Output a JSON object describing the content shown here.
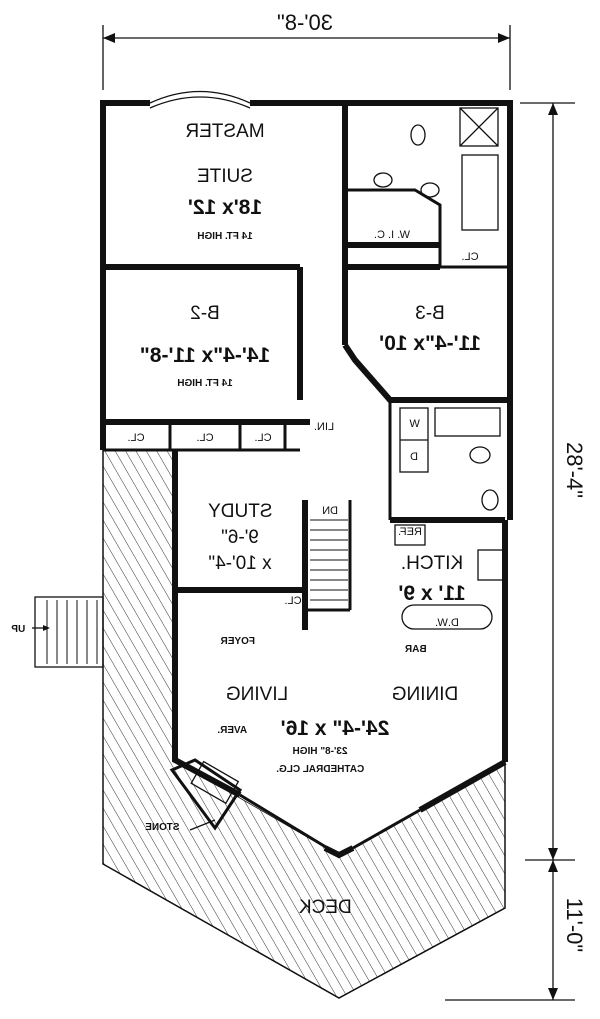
{
  "dimensions": {
    "width_total": "30'-8\"",
    "depth_house": "28'-4\"",
    "depth_deck": "11'-0\""
  },
  "rooms": {
    "master": {
      "name1": "MASTER",
      "name2": "SUITE",
      "size": "18'x 12'",
      "height": "14 FT. HIGH"
    },
    "wic": "W. I. C.",
    "cl_bath": "CL.",
    "b2": {
      "name": "B-2",
      "size": "14'-4\"x 11'-8\"",
      "height": "14 FT. HIGH"
    },
    "b3": {
      "name": "B-3",
      "size": "11'-4\"x 10'"
    },
    "closets": [
      "CL.",
      "CL.",
      "CL.",
      "CL."
    ],
    "lin": "LIN.",
    "laundry": {
      "washer": "W",
      "dryer": "D"
    },
    "study": {
      "name": "STUDY",
      "size1": "9'-6\"",
      "size2": "x 10'-4\""
    },
    "stairs_down": "DN",
    "ref": "REF.",
    "kitchen": {
      "name": "KITCH.",
      "size": "11' x 9'"
    },
    "foyer": "FOYER",
    "dw": "D.W.",
    "bar": "BAR",
    "up": "UP",
    "living": "LIVING",
    "dining": "DINING",
    "living_size": "24'-4\" x 16'",
    "aver": "AVER.",
    "ceiling_height": "23'-8\" HIGH",
    "ceiling_type": "CATHEDRAL CLG.",
    "stone": "STONE",
    "deck": "DECK"
  }
}
